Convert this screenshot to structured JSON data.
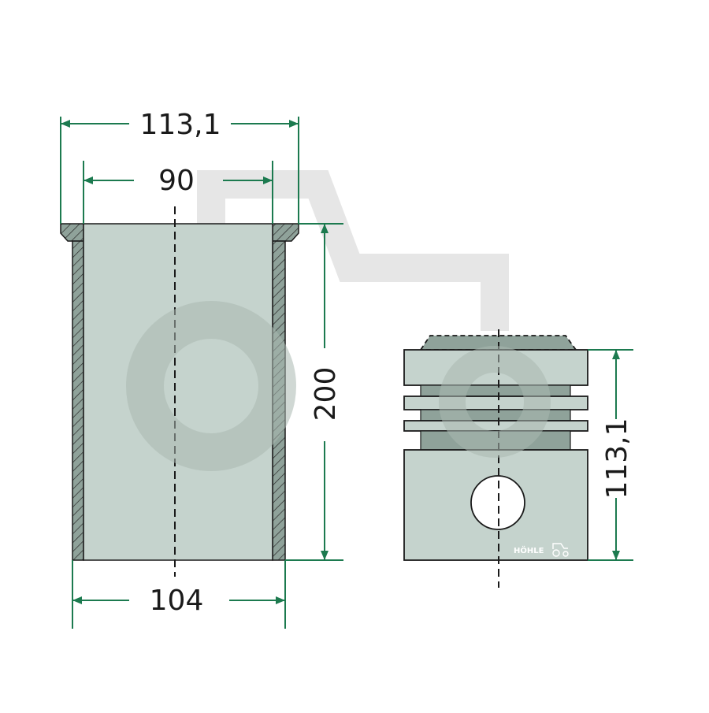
{
  "colors": {
    "dimension": "#1c7a4f",
    "part_fill": "#c5d3cd",
    "part_dark": "#8fa29a",
    "outline": "#1a1a1a",
    "watermark": "#e6e6e6",
    "watermark_dark": "#b8c4be"
  },
  "cylinder_liner": {
    "outer_diameter": "113,1",
    "inner_diameter": "90",
    "bottom_diameter": "104",
    "height": "200"
  },
  "piston": {
    "height": "113,1",
    "logo_text": "HÖHLE",
    "logo_icon": "tractor-icon"
  }
}
